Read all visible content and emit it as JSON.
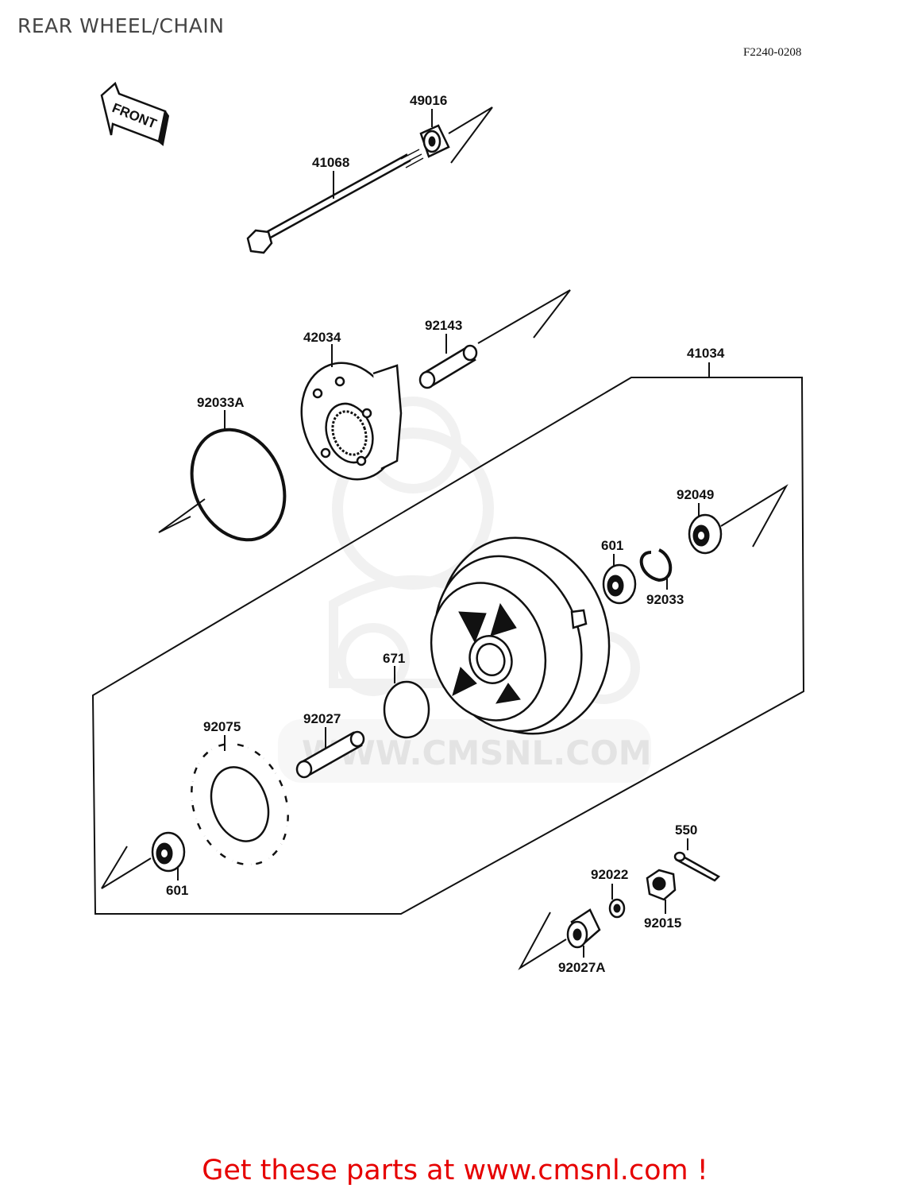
{
  "header": {
    "title": "REAR WHEEL/CHAIN",
    "diagram_code": "F2240-0208"
  },
  "direction_arrow": {
    "label": "FRONT"
  },
  "watermark": {
    "text": "WWW.CMSNL.COM"
  },
  "parts": [
    {
      "id": "49016",
      "label": "49016"
    },
    {
      "id": "41068",
      "label": "41068"
    },
    {
      "id": "42034",
      "label": "42034"
    },
    {
      "id": "92143",
      "label": "92143"
    },
    {
      "id": "41034",
      "label": "41034"
    },
    {
      "id": "92033A",
      "label": "92033A"
    },
    {
      "id": "92049",
      "label": "92049"
    },
    {
      "id": "601-right",
      "label": "601"
    },
    {
      "id": "92033",
      "label": "92033"
    },
    {
      "id": "671",
      "label": "671"
    },
    {
      "id": "92075",
      "label": "92075"
    },
    {
      "id": "92027",
      "label": "92027"
    },
    {
      "id": "601-left",
      "label": "601"
    },
    {
      "id": "550",
      "label": "550"
    },
    {
      "id": "92022",
      "label": "92022"
    },
    {
      "id": "92015",
      "label": "92015"
    },
    {
      "id": "92027A",
      "label": "92027A"
    }
  ],
  "footer": {
    "text": "Get these parts at www.cmsnl.com !"
  }
}
